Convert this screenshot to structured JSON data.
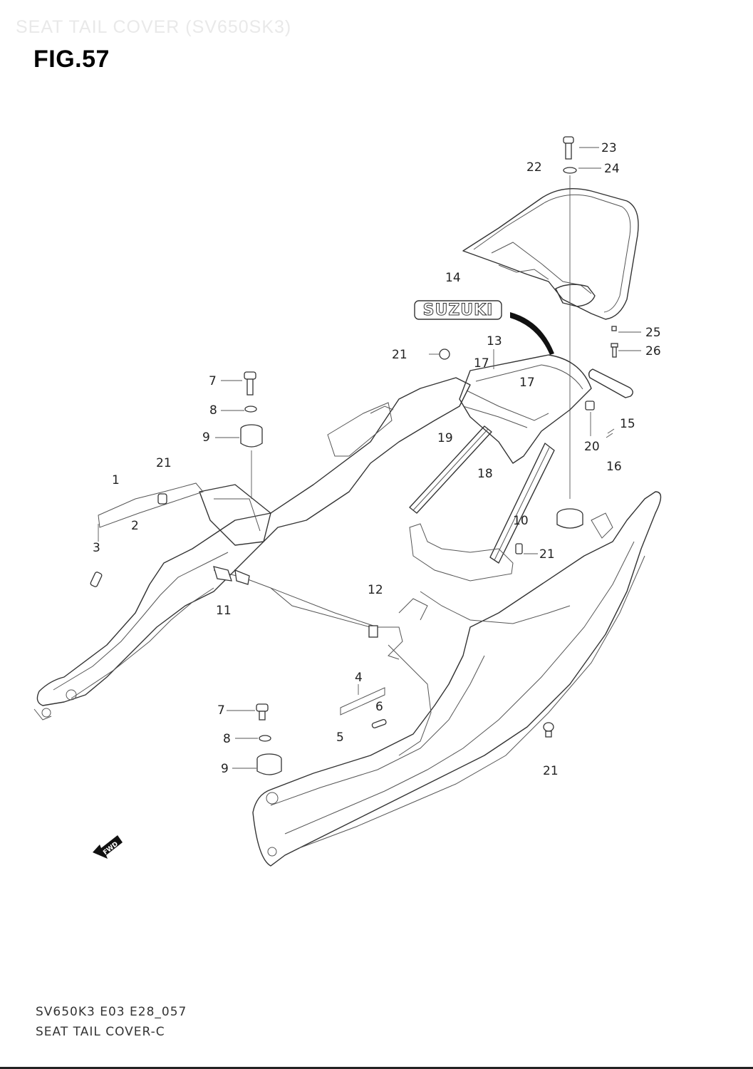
{
  "header": {
    "faint_title": "SEAT TAIL COVER (SV650SK3)",
    "figure_label": "FIG.57"
  },
  "diagram": {
    "callouts": [
      {
        "id": "c23",
        "text": "23"
      },
      {
        "id": "c24",
        "text": "24"
      },
      {
        "id": "c22",
        "text": "22"
      },
      {
        "id": "c14",
        "text": "14"
      },
      {
        "id": "c25",
        "text": "25"
      },
      {
        "id": "c26",
        "text": "26"
      },
      {
        "id": "c13",
        "text": "13"
      },
      {
        "id": "c21a",
        "text": "21"
      },
      {
        "id": "c17a",
        "text": "17"
      },
      {
        "id": "c17b",
        "text": "17"
      },
      {
        "id": "c7a",
        "text": "7"
      },
      {
        "id": "c8a",
        "text": "8"
      },
      {
        "id": "c9a",
        "text": "9"
      },
      {
        "id": "c15",
        "text": "15"
      },
      {
        "id": "c20",
        "text": "20"
      },
      {
        "id": "c19",
        "text": "19"
      },
      {
        "id": "c16",
        "text": "16"
      },
      {
        "id": "c18",
        "text": "18"
      },
      {
        "id": "c21b",
        "text": "21"
      },
      {
        "id": "c1",
        "text": "1"
      },
      {
        "id": "c2",
        "text": "2"
      },
      {
        "id": "c3",
        "text": "3"
      },
      {
        "id": "c10",
        "text": "10"
      },
      {
        "id": "c21c",
        "text": "21"
      },
      {
        "id": "c11",
        "text": "11"
      },
      {
        "id": "c12",
        "text": "12"
      },
      {
        "id": "c4",
        "text": "4"
      },
      {
        "id": "c6",
        "text": "6"
      },
      {
        "id": "c7b",
        "text": "7"
      },
      {
        "id": "c8b",
        "text": "8"
      },
      {
        "id": "c5",
        "text": "5"
      },
      {
        "id": "c9b",
        "text": "9"
      },
      {
        "id": "c21d",
        "text": "21"
      }
    ],
    "emblem_text": "SUZUKI",
    "direction_badge": "FWD"
  },
  "footer": {
    "code": "SV650K3 E03 E28_057",
    "caption": "SEAT TAIL COVER-C"
  }
}
